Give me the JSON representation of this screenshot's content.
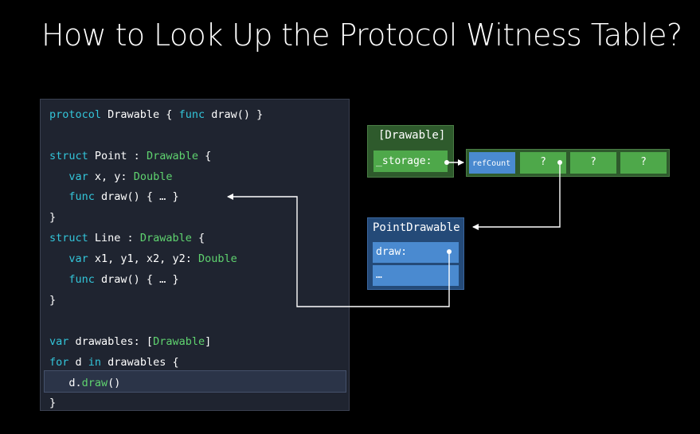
{
  "title": "How to Look Up the Protocol Witness Table?",
  "code": {
    "line1": {
      "k1": "protocol",
      "t1": " Drawable { ",
      "k2": "func",
      "t2": " draw() }"
    },
    "line2": {
      "k1": "struct",
      "t1": " Point : ",
      "ty": "Drawable",
      "t2": " {"
    },
    "line3": {
      "indent": "   ",
      "k1": "var",
      "t1": " x, y: ",
      "ty": "Double"
    },
    "line4": {
      "indent": "   ",
      "k1": "func",
      "t1": " draw() { … }"
    },
    "line5": {
      "t1": "}"
    },
    "line6": {
      "k1": "struct",
      "t1": " Line : ",
      "ty": "Drawable",
      "t2": " {"
    },
    "line7": {
      "indent": "   ",
      "k1": "var",
      "t1": " x1, y1, x2, y2: ",
      "ty": "Double"
    },
    "line8": {
      "indent": "   ",
      "k1": "func",
      "t1": " draw() { … }"
    },
    "line9": {
      "t1": "}"
    },
    "line10": {
      "k1": "var",
      "t1": " drawables: [",
      "ty": "Drawable",
      "t2": "]"
    },
    "line11": {
      "k1": "for",
      "t1": " d ",
      "k2": "in",
      "t2": " drawables {"
    },
    "line12": {
      "indent": "   ",
      "t1": "d.",
      "ty": "draw",
      "t2": "()"
    },
    "line13": {
      "t1": "}"
    }
  },
  "existential": {
    "title": "[Drawable]",
    "storage_label": "_storage:"
  },
  "heap": {
    "refcount_label": "refCount",
    "cells": [
      "?",
      "?",
      "?"
    ]
  },
  "witness_table": {
    "title": "PointDrawable",
    "entries": [
      "draw:",
      "…"
    ]
  },
  "colors": {
    "keyword": "#33c5d9",
    "type": "#5fd36f",
    "green_cell": "#4ea84a",
    "blue_cell": "#4a8ad0"
  }
}
